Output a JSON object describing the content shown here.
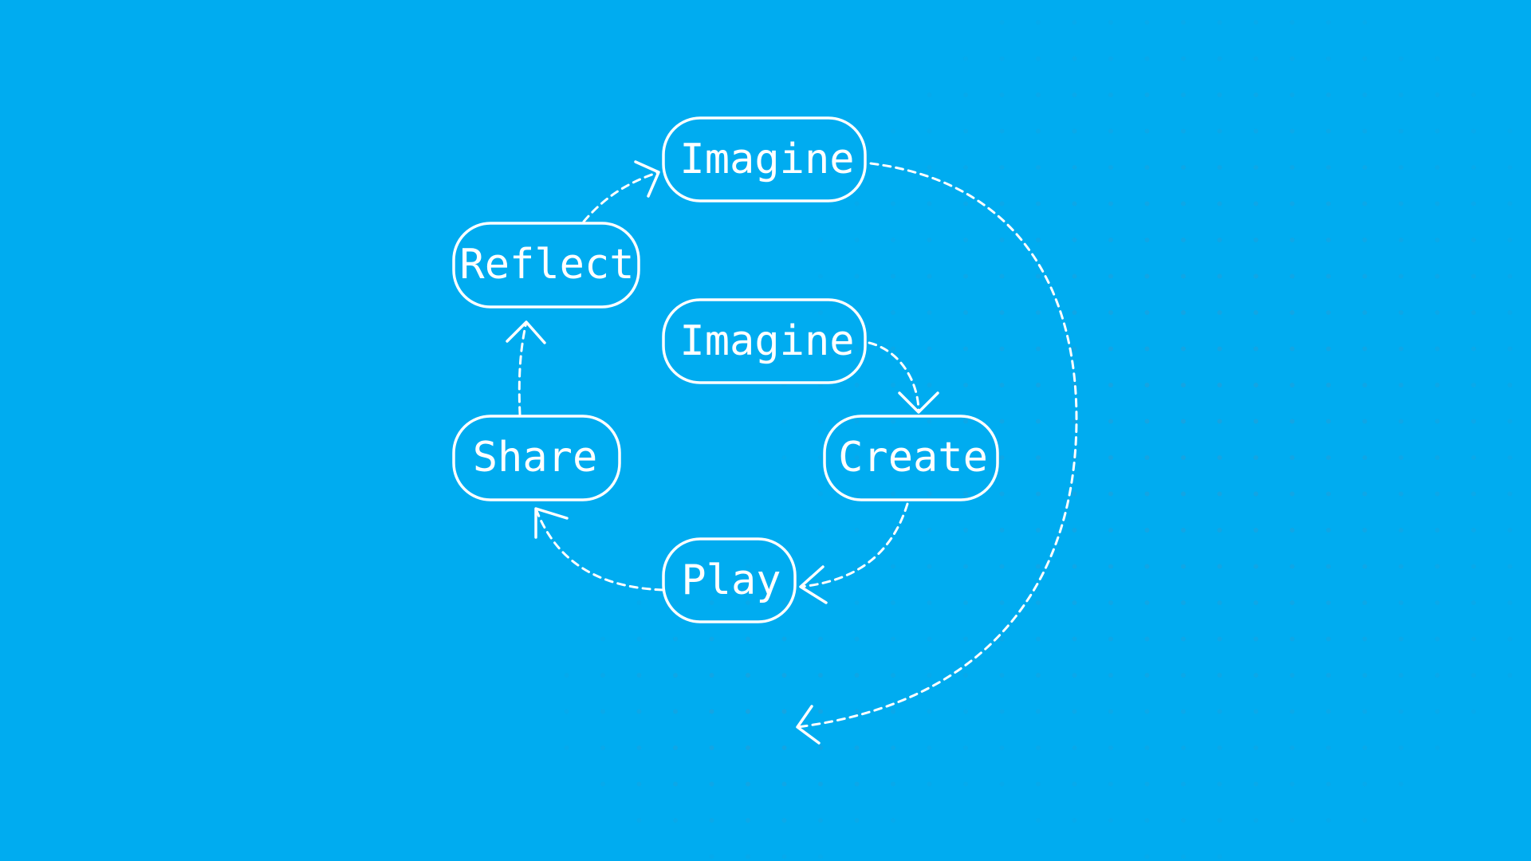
{
  "colors": {
    "background": "#00acf0",
    "stroke": "#ffffff",
    "dots": "#2a9bd3"
  },
  "nodes": {
    "imagine_top": "Imagine",
    "reflect": "Reflect",
    "imagine_inner": "Imagine",
    "share": "Share",
    "create": "Create",
    "play": "Play"
  }
}
